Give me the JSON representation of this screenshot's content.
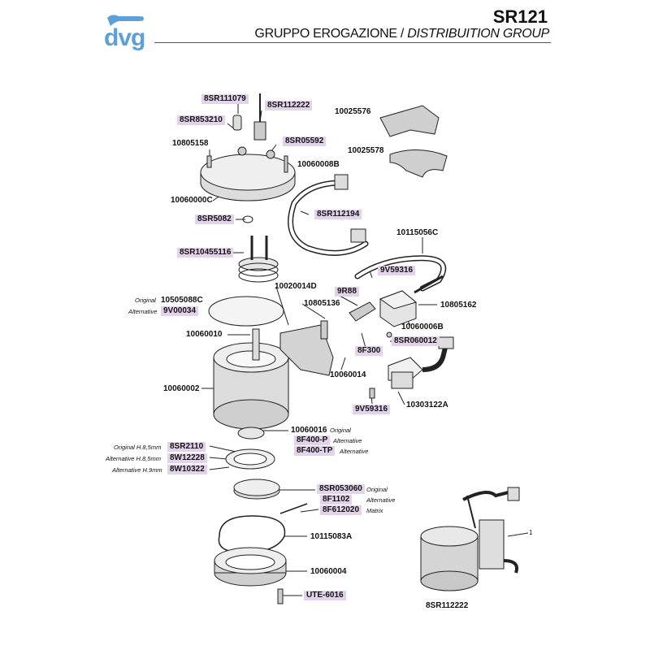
{
  "header": {
    "brand": "dvg",
    "model": "SR121",
    "title_it": "GRUPPO EROGAZIONE / ",
    "title_en": "DISTRIBUITION GROUP"
  },
  "parts": {
    "p8SR111079": "8SR111079",
    "p8SR112222_top": "8SR112222",
    "p8SR853210": "8SR853210",
    "p10805158": "10805158",
    "p8SR05592": "8SR05592",
    "p10060008B": "10060008B",
    "p10060000C": "10060000C",
    "p10025576": "10025576",
    "p10025578": "10025578",
    "p8SR5082": "8SR5082",
    "p8SR112194": "8SR112194",
    "p10115056C": "10115056C",
    "p8SR10455116": "8SR10455116",
    "p9V59316_a": "9V59316",
    "p10505088C": "10505088C",
    "p9V00034": "9V00034",
    "p10020014D": "10020014D",
    "p9R88": "9R88",
    "p10805136": "10805136",
    "p10805162": "10805162",
    "p10060006B": "10060006B",
    "p10060010": "10060010",
    "p8SR060012": "8SR060012",
    "p8F300": "8F300",
    "p10060014": "10060014",
    "p10060002": "10060002",
    "p9V59316_b": "9V59316",
    "p10303122A": "10303122A",
    "p10060016": "10060016",
    "p8F400P": "8F400-P",
    "p8F400TP": "8F400-TP",
    "p8SR2110": "8SR2110",
    "p8W12228": "8W12228",
    "p8W10322": "8W10322",
    "p8SR053060": "8SR053060",
    "p8F1102": "8F1102",
    "p8F612020": "8F612020",
    "p10115083A": "10115083A",
    "p10060004": "10060004",
    "pUTE6016": "UTE-6016",
    "p8SR112222_bottom": "8SR112222",
    "callout_1": "1"
  },
  "notes": {
    "original": "Original",
    "alternative": "Alternative",
    "matrix": "Matrix",
    "original_h85": "Original H.8,5mm",
    "alternative_h85": "Alternative H.8,5mm",
    "alternative_h9": "Alternative H.9mm"
  },
  "colors": {
    "highlight": "#e3d3ea",
    "brand": "#5ba0d8",
    "line": "#222222",
    "metal": "#d8d8d8"
  }
}
